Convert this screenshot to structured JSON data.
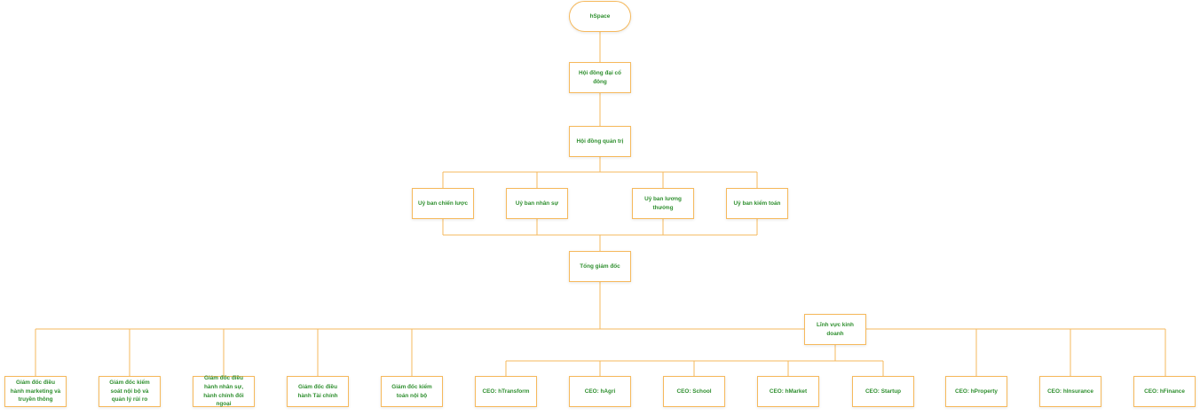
{
  "diagram": {
    "line_color": "#f6b95c",
    "text_color": "#2f8f2f",
    "root": "hSpace",
    "shareholders": "Hội đồng đại cổ đông",
    "board": "Hội đồng quản trị",
    "committees": [
      "Uỷ ban chiến lược",
      "Uỷ ban nhân sự",
      "Uỷ ban lương thưởng",
      "Uỷ ban kiểm toán"
    ],
    "ceo": "Tổng giám đốc",
    "business_field": "Lĩnh vực kinh doanh",
    "directors": [
      "Giám đốc điều hành marketing và truyền thông",
      "Giám đốc kiểm soát nội bộ và quản lý rủi ro",
      "Giám đốc điều hành nhân sự, hành chính đối ngoại",
      "Giám đốc điều hành Tài chính",
      "Giám đốc kiểm toán nội bộ"
    ],
    "business_ceos": [
      "CEO: hTransform",
      "CEO: hAgri",
      "CEO: School",
      "CEO: hMarket",
      "CEO: Startup"
    ],
    "other_ceos": [
      "CEO: hProperty",
      "CEO: hInsurance",
      "CEO: hFinance"
    ]
  }
}
